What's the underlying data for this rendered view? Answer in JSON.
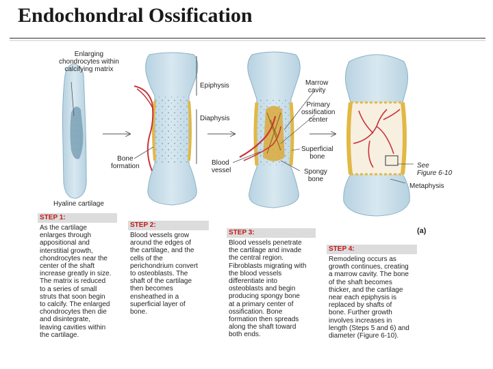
{
  "title": "Endochondral Ossification",
  "labels": {
    "enlarging": [
      "Enlarging",
      "chondrocytes within",
      "calcifying matrix"
    ],
    "hyaline": "Hyaline cartilage",
    "bone_formation": [
      "Bone",
      "formation"
    ],
    "epiphysis": "Epiphysis",
    "diaphysis": "Diaphysis",
    "blood_vessel": [
      "Blood",
      "vessel"
    ],
    "marrow_cavity": [
      "Marrow",
      "cavity"
    ],
    "primary_center": [
      "Primary",
      "ossification",
      "center"
    ],
    "superficial_bone": [
      "Superficial",
      "bone"
    ],
    "spongy_bone": [
      "Spongy",
      "bone"
    ],
    "see": "See",
    "see_ref": "Figure 6-10",
    "metaphysis": "Metaphysis",
    "fig_part": "(a)"
  },
  "steps": [
    {
      "head": "STEP 1:",
      "lines": [
        "As the cartilage",
        "enlarges through",
        "appositional and",
        "interstitial growth,",
        "chondrocytes near the",
        "center of the shaft",
        "increase greatly in size.",
        "The matrix is reduced",
        "to a series of small",
        "struts that soon begin",
        "to calcify. The enlarged",
        "chondrocytes then die",
        "and disintegrate,",
        "leaving cavities within",
        "the cartilage."
      ]
    },
    {
      "head": "STEP 2:",
      "lines": [
        "Blood vessels grow",
        "around the edges of",
        "the cartilage, and the",
        "cells of the",
        "perichondrium convert",
        "to osteoblasts. The",
        "shaft of the cartilage",
        "then becomes",
        "ensheathed in a",
        "superficial layer of",
        "bone."
      ]
    },
    {
      "head": "STEP 3:",
      "lines": [
        "Blood vessels penetrate",
        "the cartilage and invade",
        "the central region.",
        "Fibroblasts migrating with",
        "the blood vessels",
        "differentiate into",
        "osteoblasts and begin",
        "producing spongy bone",
        "at a primary center of",
        "ossification. Bone",
        "formation then spreads",
        "along the shaft toward",
        "both ends."
      ]
    },
    {
      "head": "STEP 4:",
      "lines": [
        "Remodeling occurs as",
        "growth continues, creating",
        "a marrow cavity. The bone",
        "of the shaft becomes",
        "thicker, and the cartilage",
        "near each epiphysis is",
        "replaced by shafts of",
        "bone. Further growth",
        "involves increases in",
        "length (Steps 5 and 6) and",
        "diameter (Figure 6-10)."
      ]
    }
  ],
  "colors": {
    "cartilage": "#c8dde8",
    "cartilage_dark": "#9fc1d6",
    "bone": "#e8c25a",
    "vessel": "#c8333a",
    "step_head": "#c01818"
  }
}
